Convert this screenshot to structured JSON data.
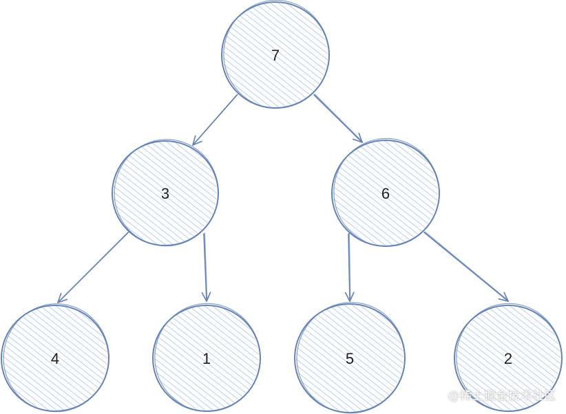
{
  "diagram": {
    "type": "binary-tree",
    "colors": {
      "stroke": "#6483b6",
      "hatch": "#aac3e8",
      "text": "#1e1e1e"
    },
    "nodes": [
      {
        "id": "n7",
        "label": "7"
      },
      {
        "id": "n3",
        "label": "3"
      },
      {
        "id": "n6",
        "label": "6"
      },
      {
        "id": "n4",
        "label": "4"
      },
      {
        "id": "n1",
        "label": "1"
      },
      {
        "id": "n5",
        "label": "5"
      },
      {
        "id": "n2",
        "label": "2"
      }
    ],
    "edges": [
      {
        "from": "n7",
        "to": "n3"
      },
      {
        "from": "n7",
        "to": "n6"
      },
      {
        "from": "n3",
        "to": "n4"
      },
      {
        "from": "n3",
        "to": "n1"
      },
      {
        "from": "n6",
        "to": "n5"
      },
      {
        "from": "n6",
        "to": "n2"
      }
    ]
  },
  "watermark": {
    "text": "@稀土掘金技术社区"
  }
}
